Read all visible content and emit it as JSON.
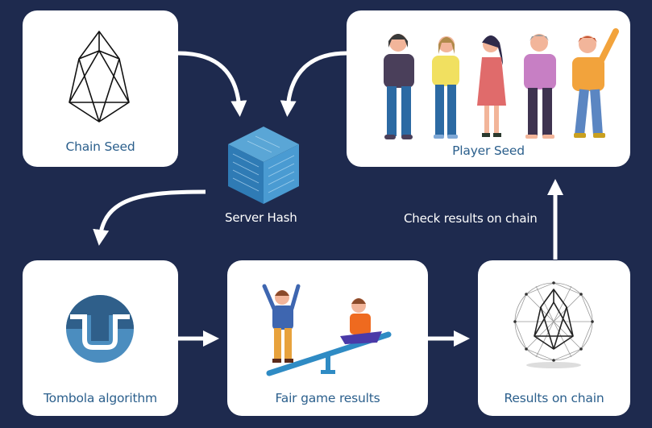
{
  "diagram": {
    "title": "Provably fair game flow",
    "background_color": "#1e2a4e",
    "label_color": "#2b5f8c",
    "nodes": {
      "chain_seed": {
        "label": "Chain Seed",
        "icon": "eos-logo-icon"
      },
      "server_hash": {
        "label": "Server Hash",
        "icon": "hash-cube-icon"
      },
      "player_seed": {
        "label": "Player Seed",
        "icon": "players-group-icon"
      },
      "tombola": {
        "label": "Tombola algorithm",
        "icon": "tombola-logo-icon"
      },
      "fair_game": {
        "label": "Fair game results",
        "icon": "seesaw-icon"
      },
      "results_on_chain": {
        "label": "Results on chain",
        "icon": "eos-network-sphere-icon"
      }
    },
    "edges": [
      {
        "from": "chain_seed",
        "to": "server_hash"
      },
      {
        "from": "player_seed",
        "to": "server_hash"
      },
      {
        "from": "server_hash",
        "to": "tombola"
      },
      {
        "from": "tombola",
        "to": "fair_game"
      },
      {
        "from": "fair_game",
        "to": "results_on_chain"
      },
      {
        "from": "results_on_chain",
        "to": "player_seed",
        "label": "Check results on chain"
      }
    ]
  }
}
